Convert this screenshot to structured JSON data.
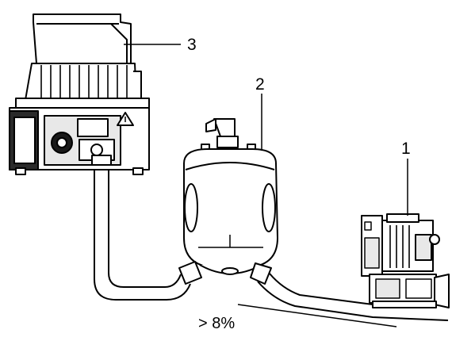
{
  "diagram": {
    "callouts": [
      {
        "id": "1",
        "label": "1"
      },
      {
        "id": "2",
        "label": "2"
      },
      {
        "id": "3",
        "label": "3"
      }
    ],
    "slope_annotation": "> 8%"
  },
  "colors": {
    "line": "#000000",
    "fill_light": "#ffffff",
    "fill_shade": "#e8e8e8",
    "fill_dark": "#1a1a1a"
  }
}
